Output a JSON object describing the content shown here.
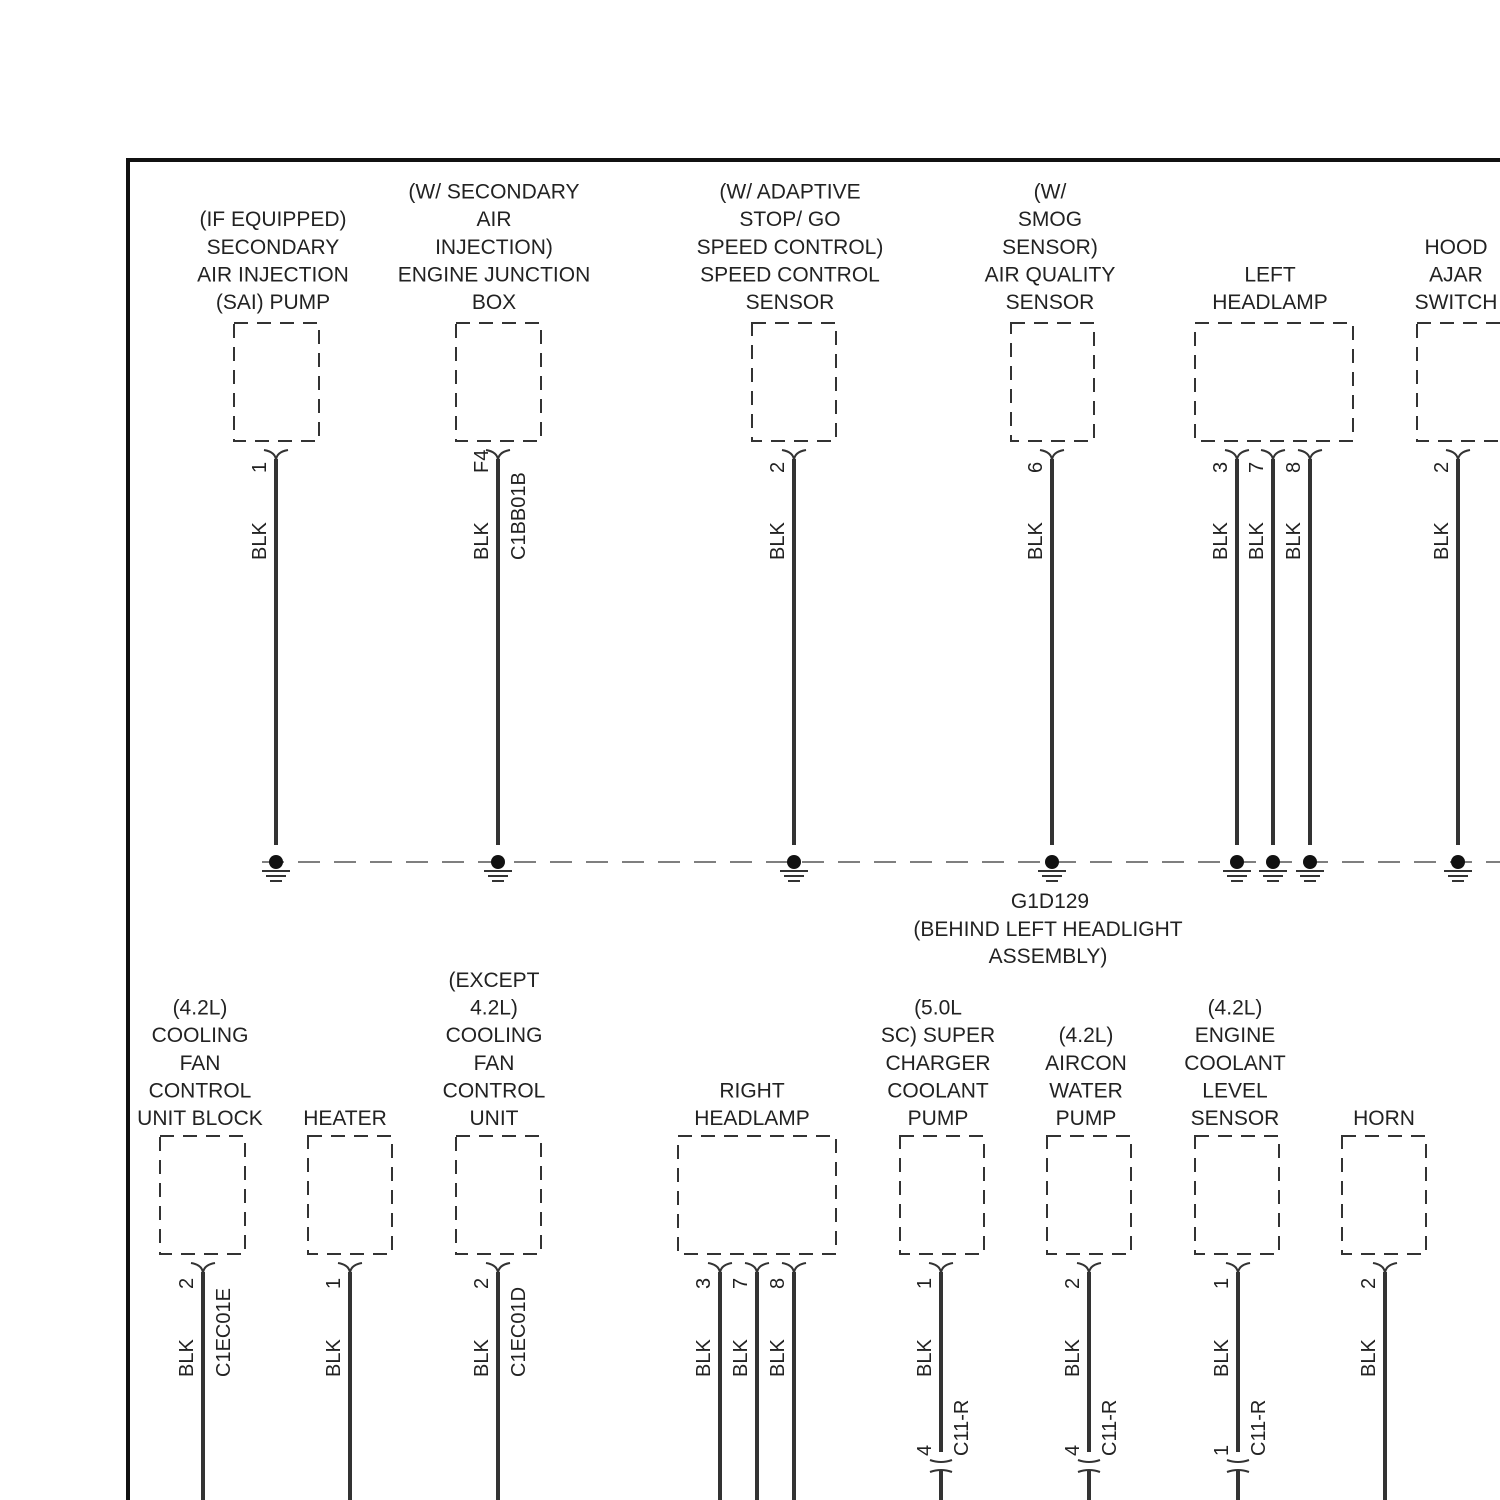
{
  "top_components": [
    {
      "id": "sai-pump",
      "label": [
        "(IF EQUIPPED)",
        "SECONDARY",
        "AIR INJECTION",
        "(SAI) PUMP"
      ],
      "pins": [
        {
          "num": "1",
          "color": "BLK"
        }
      ]
    },
    {
      "id": "sai-junction-box",
      "label": [
        "(W/ SECONDARY",
        "AIR",
        "INJECTION)",
        "ENGINE JUNCTION",
        "BOX"
      ],
      "connector": "C1BB01B",
      "pins": [
        {
          "num": "F4",
          "color": "BLK"
        }
      ]
    },
    {
      "id": "speed-control-sensor",
      "label": [
        "(W/ ADAPTIVE",
        "STOP/ GO",
        "SPEED CONTROL)",
        "SPEED CONTROL",
        "SENSOR"
      ],
      "pins": [
        {
          "num": "2",
          "color": "BLK"
        }
      ]
    },
    {
      "id": "air-quality-sensor",
      "label": [
        "(W/",
        "SMOG",
        "SENSOR)",
        "AIR QUALITY",
        "SENSOR"
      ],
      "pins": [
        {
          "num": "6",
          "color": "BLK"
        }
      ]
    },
    {
      "id": "left-headlamp",
      "label": [
        "LEFT",
        "HEADLAMP"
      ],
      "pins": [
        {
          "num": "3",
          "color": "BLK"
        },
        {
          "num": "7",
          "color": "BLK"
        },
        {
          "num": "8",
          "color": "BLK"
        }
      ]
    },
    {
      "id": "hood-ajar-switch",
      "label": [
        "HOOD",
        "AJAR",
        "SWITCH"
      ],
      "pins": [
        {
          "num": "2",
          "color": "BLK"
        }
      ]
    }
  ],
  "ground": {
    "name": "G1D129",
    "location": [
      "(BEHIND LEFT HEADLIGHT",
      "ASSEMBLY)"
    ]
  },
  "bottom_components": [
    {
      "id": "cooling-fan-control-unit-block",
      "label": [
        "(4.2L)",
        "COOLING",
        "FAN",
        "CONTROL",
        "UNIT BLOCK"
      ],
      "connector": "C1EC01E",
      "pins": [
        {
          "num": "2",
          "color": "BLK"
        }
      ]
    },
    {
      "id": "heater",
      "label": [
        "HEATER"
      ],
      "pins": [
        {
          "num": "1",
          "color": "BLK"
        }
      ]
    },
    {
      "id": "cooling-fan-control-unit",
      "label": [
        "(EXCEPT",
        "4.2L)",
        "COOLING",
        "FAN",
        "CONTROL",
        "UNIT"
      ],
      "connector": "C1EC01D",
      "pins": [
        {
          "num": "2",
          "color": "BLK"
        }
      ]
    },
    {
      "id": "right-headlamp",
      "label": [
        "RIGHT",
        "HEADLAMP"
      ],
      "pins": [
        {
          "num": "3",
          "color": "BLK"
        },
        {
          "num": "7",
          "color": "BLK"
        },
        {
          "num": "8",
          "color": "BLK"
        }
      ]
    },
    {
      "id": "supercharger-coolant-pump",
      "label": [
        "(5.0L",
        "SC) SUPER",
        "CHARGER",
        "COOLANT",
        "PUMP"
      ],
      "pins": [
        {
          "num": "1",
          "color": "BLK"
        }
      ],
      "inline": {
        "connector": "C11-R",
        "pin": "4"
      }
    },
    {
      "id": "aircon-water-pump",
      "label": [
        "(4.2L)",
        "AIRCON",
        "WATER",
        "PUMP"
      ],
      "pins": [
        {
          "num": "2",
          "color": "BLK"
        }
      ],
      "inline": {
        "connector": "C11-R",
        "pin": "4"
      }
    },
    {
      "id": "engine-coolant-level-sensor",
      "label": [
        "(4.2L)",
        "ENGINE",
        "COOLANT",
        "LEVEL",
        "SENSOR"
      ],
      "pins": [
        {
          "num": "1",
          "color": "BLK"
        }
      ],
      "inline": {
        "connector": "C11-R",
        "pin": "1"
      }
    },
    {
      "id": "horn",
      "label": [
        "HORN"
      ],
      "pins": [
        {
          "num": "2",
          "color": "BLK"
        }
      ]
    }
  ]
}
